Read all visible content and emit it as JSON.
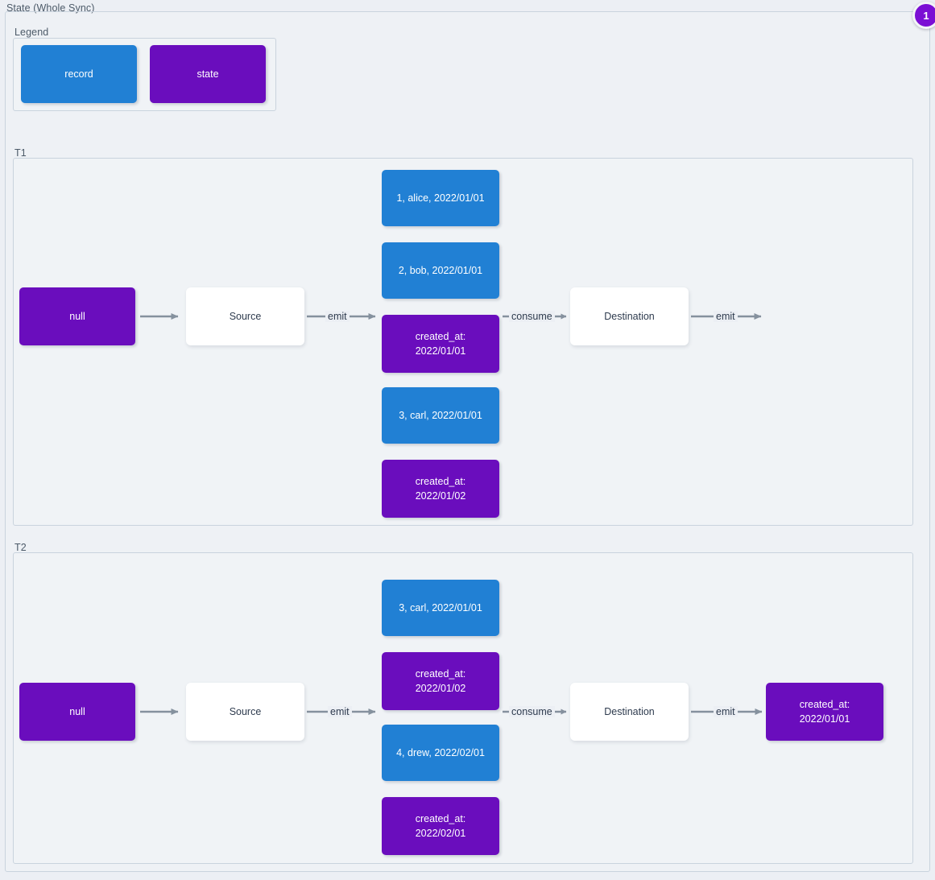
{
  "diagram": {
    "title": "State (Whole Sync)",
    "badge": "1",
    "legend": {
      "title": "Legend",
      "items": [
        {
          "label": "record",
          "kind": "record",
          "color": "#2180d4"
        },
        {
          "label": "state",
          "kind": "state",
          "color": "#6a0dbd"
        }
      ]
    },
    "colors": {
      "record": "#2180d4",
      "state": "#6a0dbd",
      "plain": "#ffffff",
      "background": "#eceff4",
      "border": "#c9d3dd",
      "arrow": "#5b6b7c",
      "text_dark": "#2e3b4e",
      "badge": "#7b0fd4"
    },
    "sections": [
      {
        "label": "T1",
        "input_state": {
          "label": "null",
          "kind": "state"
        },
        "source": {
          "label": "Source",
          "kind": "plain"
        },
        "destination": {
          "label": "Destination",
          "kind": "plain"
        },
        "emit_label": "emit",
        "consume_label": "consume",
        "out_emit_label": "emit",
        "stream": [
          {
            "label": "1, alice, 2022/01/01",
            "kind": "record"
          },
          {
            "label": "2, bob, 2022/01/01",
            "kind": "record"
          },
          {
            "label": "created_at:\n2022/01/01",
            "kind": "state"
          },
          {
            "label": "3, carl, 2022/01/01",
            "kind": "record"
          },
          {
            "label": "created_at:\n2022/01/02",
            "kind": "state"
          }
        ],
        "output_state": null
      },
      {
        "label": "T2",
        "input_state": {
          "label": "null",
          "kind": "state"
        },
        "source": {
          "label": "Source",
          "kind": "plain"
        },
        "destination": {
          "label": "Destination",
          "kind": "plain"
        },
        "emit_label": "emit",
        "consume_label": "consume",
        "out_emit_label": "emit",
        "stream": [
          {
            "label": "3, carl, 2022/01/01",
            "kind": "record"
          },
          {
            "label": "created_at:\n2022/01/02",
            "kind": "state"
          },
          {
            "label": "4, drew, 2022/02/01",
            "kind": "record"
          },
          {
            "label": "created_at:\n2022/02/01",
            "kind": "state"
          }
        ],
        "output_state": {
          "label": "created_at:\n2022/01/01",
          "kind": "state"
        }
      }
    ]
  }
}
